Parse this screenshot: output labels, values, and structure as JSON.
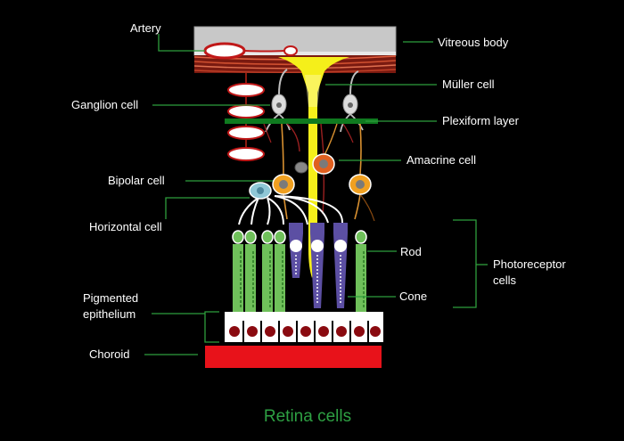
{
  "title": "Retina cells",
  "labels": {
    "artery": "Artery",
    "vitreous_body": "Vitreous body",
    "ganglion_cell": "Ganglion cell",
    "muller_cell": "Müller cell",
    "plexiform_layer": "Plexiform layer",
    "amacrine_cell": "Amacrine cell",
    "bipolar_cell": "Bipolar cell",
    "horizontal_cell": "Horizontal cell",
    "rod": "Rod",
    "cone": "Cone",
    "photoreceptor_line1": "Photoreceptor",
    "photoreceptor_line2": "cells",
    "pigmented_line1": "Pigmented",
    "pigmented_line2": "epithelium",
    "choroid": "Choroid"
  },
  "colors": {
    "background": "#000000",
    "leader_line": "#2e9e3c",
    "title": "#2ea043",
    "vitreous": "#c8c8c8",
    "muller": "#f5ef1a",
    "plexiform": "#0f7a1f",
    "rod": "#6fc05a",
    "cone": "#5c4fa3",
    "choroid": "#e8121a",
    "bipolar": "#f0a020",
    "amacrine": "#e06020",
    "horizontal": "#8fc7d6"
  }
}
